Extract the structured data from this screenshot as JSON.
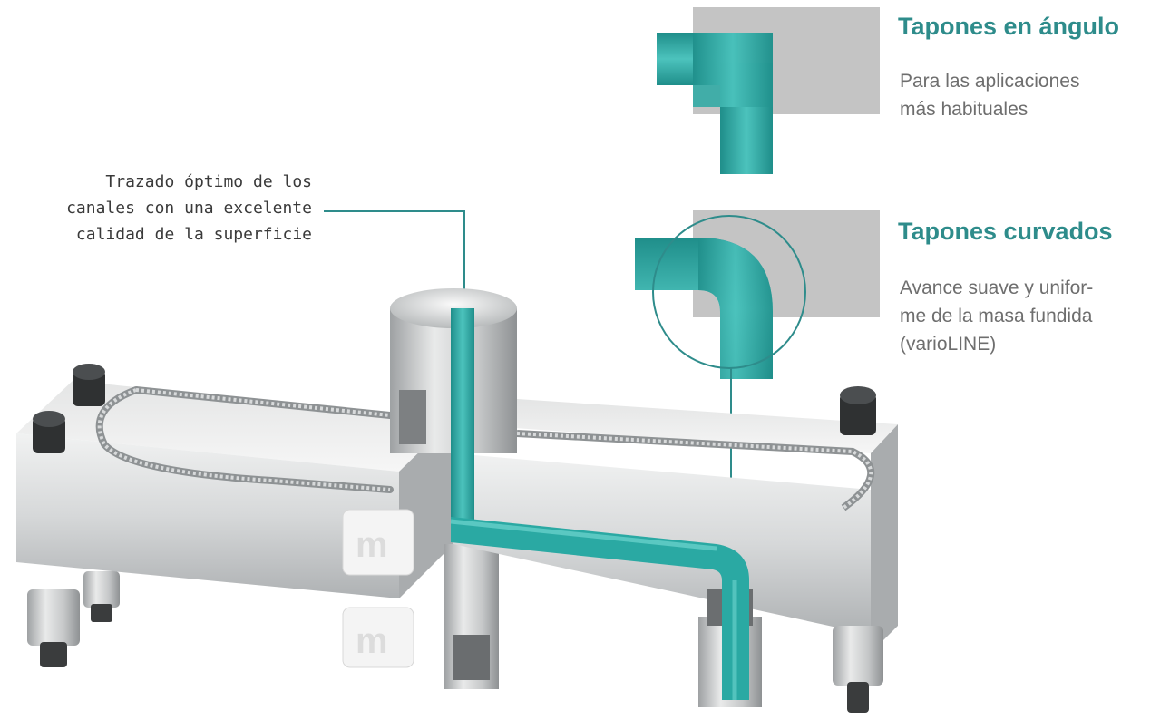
{
  "callout": {
    "line1": "Trazado óptimo de los",
    "line2": "canales con una excelente",
    "line3": "calidad de la superficie"
  },
  "angle_plug": {
    "title": "Tapones en ángulo",
    "desc_line1": "Para las aplicaciones",
    "desc_line2": "más habituales"
  },
  "curved_plug": {
    "title": "Tapones curvados",
    "desc_line1": "Avance suave y unifor-",
    "desc_line2": "me de la masa fundida",
    "desc_line3": "(varioLINE)"
  },
  "colors": {
    "accent": "#2e8c8b",
    "melt_channel": "#2aa9a3",
    "steel": "#c9cccd",
    "plate_grey": "#bdbdbd"
  }
}
